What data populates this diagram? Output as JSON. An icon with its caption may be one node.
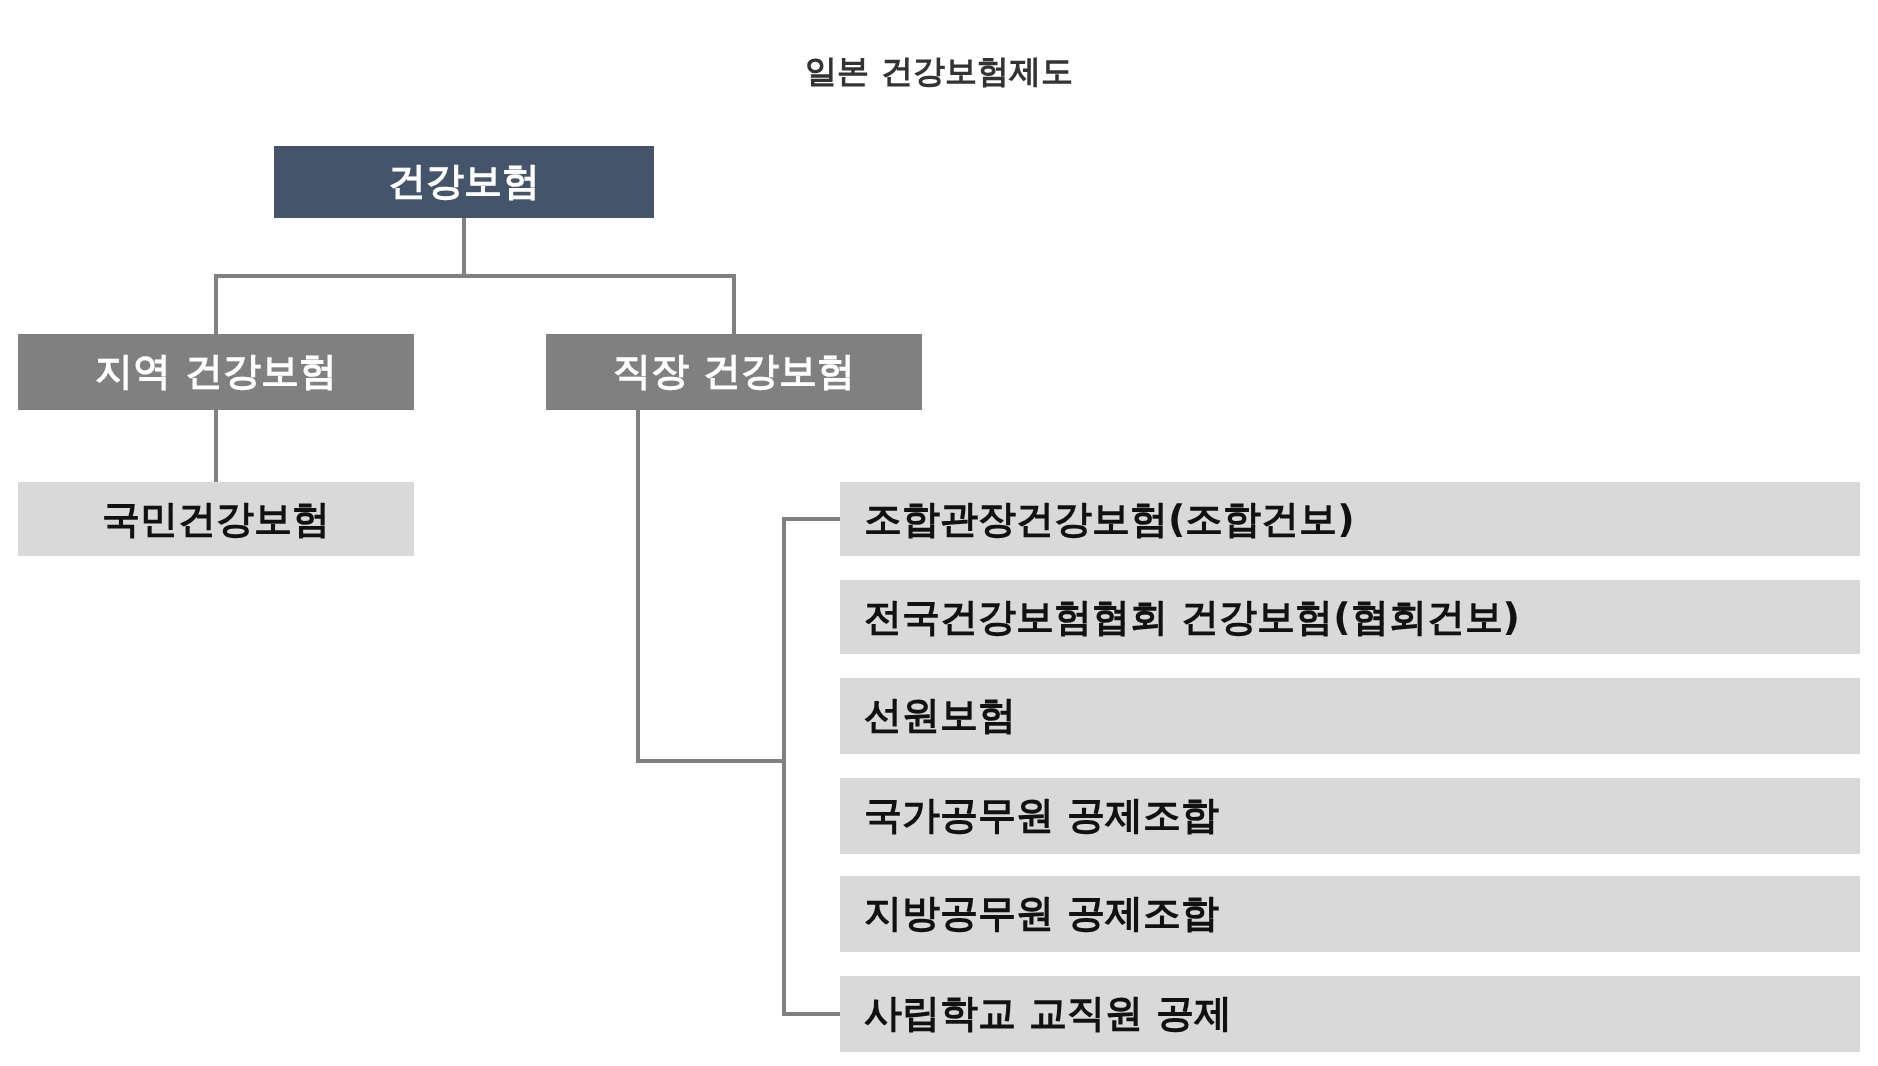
{
  "diagram": {
    "title": "일본 건강보험제도",
    "nodes": [
      {
        "text": [
          "건강보험"
        ]
      },
      {
        "text": [
          "지역 건강보험"
        ]
      },
      {
        "text": [
          "직장 건강보험"
        ]
      },
      {
        "text": [
          "국민건강보험"
        ]
      },
      {
        "text": [
          "조합관장건강보험(조합건보)"
        ]
      },
      {
        "text": [
          "전국건강보험협회 건강보험(협회건보)"
        ]
      },
      {
        "text": [
          "선원보험"
        ]
      },
      {
        "text": [
          "국가공무원 공제조합"
        ]
      },
      {
        "text": [
          "지방공무원 공제조합"
        ]
      },
      {
        "text": [
          "사립학교 교직원 공제"
        ]
      }
    ],
    "edges": [
      {
        "from": 0,
        "to": 1,
        "arrow": "none"
      },
      {
        "from": 0,
        "to": 2,
        "arrow": "none"
      },
      {
        "from": 1,
        "to": 3,
        "arrow": "none"
      },
      {
        "from": 2,
        "to": 4,
        "arrow": "none"
      },
      {
        "from": 2,
        "to": 9,
        "arrow": "none"
      }
    ]
  }
}
